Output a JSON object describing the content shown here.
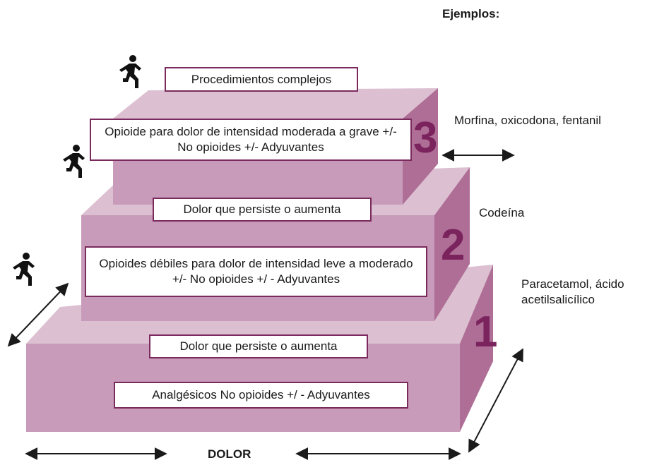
{
  "colors": {
    "front": "#c79bb9",
    "top": "#dcc0d1",
    "side": "#ae6e96",
    "border": "#7b2a5e",
    "number": "#7a235d",
    "ink": "#1a1a1a"
  },
  "header": {
    "examples_label": "Ejemplos:"
  },
  "steps": [
    {
      "number": "1",
      "treatment": "Analgésicos No opioides +/ - Adyuvantes",
      "transition": "Dolor que persiste o aumenta",
      "example": "Paracetamol, ácido acetilsalicílico"
    },
    {
      "number": "2",
      "treatment": "Opioides débiles para dolor de intensidad leve a moderado +/- No opioides +/ - Adyuvantes",
      "transition": "Dolor que persiste o aumenta",
      "example": "Codeína"
    },
    {
      "number": "3",
      "treatment": "Opioide para dolor de intensidad moderada a grave +/- No opioides +/- Adyuvantes",
      "transition": "Procedimientos complejos",
      "example": "Morfina, oxicodona, fentanil"
    }
  ],
  "axis": {
    "label": "DOLOR"
  },
  "icons": [
    "climbing-person-icon",
    "double-arrow-icon"
  ]
}
